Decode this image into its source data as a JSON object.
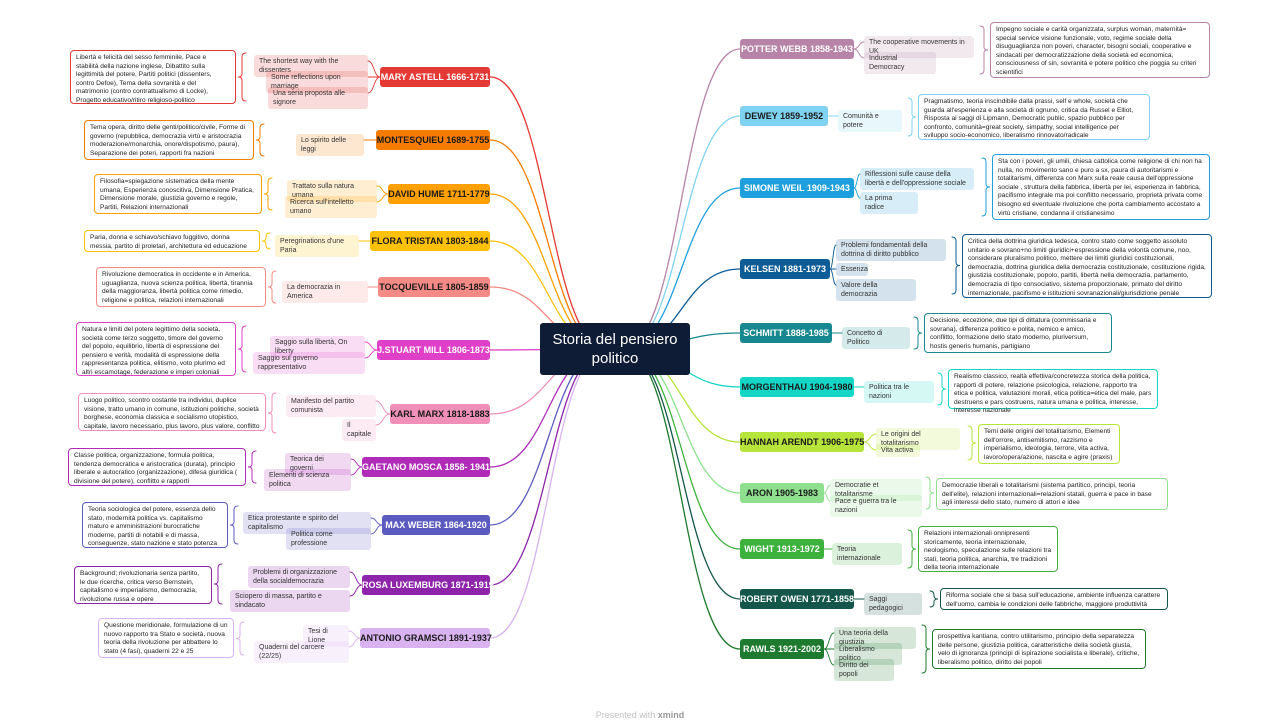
{
  "title": "Storia del pensiero politico",
  "footer": {
    "presented": "Presented with",
    "brand": "xmind"
  },
  "left_branches": [
    {
      "label": "MARY ASTELL 1666-1731",
      "color": "#e53935",
      "text": "#ffffff",
      "subs": [
        "The shortest way with the dissenters",
        "Some reflections upon marriage",
        "Una seria proposta alle signore"
      ],
      "note": "Libertà e felicità del sesso femminile, Pace e stabilità della nazione inglese, Dibattito sulla legittimità del potere, Partiti politici (dissenters, contro Defoe), Tema della sovranità e del matrimonio (contro contrattualismo di Locke), Progetto educativo/ritiro religioso-politico"
    },
    {
      "label": "MONTESQUIEU 1689-1755",
      "color": "#f57c00",
      "text": "#1a1a1a",
      "subs": [
        "Lo spirito delle leggi"
      ],
      "note": "Tema opera, diritto delle genti/politico/civile, Forme di governo (repubblica, democrazia virtù e aristocrazia moderazione/monarchia, onore/dispotismo, paura), Separazione dei poteri, rapporti fra nazioni"
    },
    {
      "label": "DAVID HUME 1711-1779",
      "color": "#ffa000",
      "text": "#1a1a1a",
      "subs": [
        "Trattato sulla natura umana",
        "Ricerca sull'intelletto umano"
      ],
      "note": "Filosofia=spiegazione sistematica della mente umana, Esperienza conoscitiva, Dimensione Pratica, Dimensione morale, giustizia governo e regole, Partiti, Relazioni internazionali"
    },
    {
      "label": "FLORA TRISTAN 1803-1844",
      "color": "#ffc107",
      "text": "#1a1a1a",
      "subs": [
        "Peregrinations d'une Paria"
      ],
      "note": "Paria, donna e schiavo/schiavo fuggitivo, donna messia, partito di proletari, architettura ed educazione"
    },
    {
      "label": "TOCQUEVILLE 1805-1859",
      "color": "#f48a85",
      "text": "#1a1a1a",
      "subs": [
        "La democrazia in America"
      ],
      "note": "Rivoluzione democratica in occidente e in America, uguaglianza, nuova scienza politica, libertà, tirannia della maggioranza, libertà politica come rimedio, religione e politica, relazioni internazionali"
    },
    {
      "label": "J.STUART MILL 1806-1873",
      "color": "#e040c8",
      "text": "#ffffff",
      "subs": [
        "Saggio sulla libertà, On liberty",
        "Saggio sul governo rappresentativo"
      ],
      "note": "Natura e limiti del potere legittimo della società, società come terzo soggetto, timore del governo del popolo, equilibrio, libertà di espressione del pensiero e verità, modalità di espressione della rappresentanza politica, elitismo, voto plurimo ed altri escamotage, federazione e imperi coloniali"
    },
    {
      "label": "KARL MARX 1818-1883",
      "color": "#f08fb8",
      "text": "#1a1a1a",
      "subs": [
        "Manifesto del partito comunista",
        "Il capitale"
      ],
      "note": "Luogo politico, scontro costante tra individui, duplice visione, tratto umano in comune, istituzioni politiche, società borghese, economia classica e socialismo utopistico, capitale, lavoro necessario, plus lavoro, plus valore, conflitto"
    },
    {
      "label": "GAETANO MOSCA 1858- 1941",
      "color": "#b02cb8",
      "text": "#ffffff",
      "subs": [
        "Teorica dei governi",
        "Elementi di scienza politica"
      ],
      "note": "Classe politica, organizzazione, formula politica, tendenza democratica e aristocratica (durata), principio liberale e autocratico (organizzazione), difesa giuridica ( divisione del potere), conflitto e rapporti"
    },
    {
      "label": "MAX WEBER 1864-1920",
      "color": "#5c5bc0",
      "text": "#ffffff",
      "subs": [
        "Etica protestante e spirito del capitalismo",
        "Politica come professione"
      ],
      "note": "Teoria sociologica del potere, essenza dello stato, modernità politica vs. capitalismo maturo e amministrazioni burocratiche moderne, partiti di notabili e di massa, conseguenze, stato nazione e stato potenza"
    },
    {
      "label": "ROSA LUXEMBURG 1871-1919",
      "color": "#8e24aa",
      "text": "#ffffff",
      "subs": [
        "Problemi di organizzazione della socialdemocrazia",
        "Sciopero di massa, partito e sindacato"
      ],
      "note": "Background; rivoluzionaria senza partito, le due ricerche, critica verso Bernstein, capitalismo e imperialismo, democrazia, rivoluzione russa e opere"
    },
    {
      "label": "ANTONIO GRAMSCI 1891-1937",
      "color": "#d9b3f0",
      "text": "#1a1a1a",
      "subs": [
        "Tesi di Lione",
        "Quaderni del carcere (22/25)"
      ],
      "note": "Questione meridionale, formulazione di un nuovo rapporto tra Stato e società, nuova teoria della rivoluzione per abbattere lo stato (4 fasi), quaderni 22 e 25"
    }
  ],
  "right_branches": [
    {
      "label": "POTTER WEBB 1858-1943",
      "color": "#b784a7",
      "text": "#ffffff",
      "subs": [
        "The cooperative movements in UK",
        "Industrial Democracy"
      ],
      "note": "Impegno sociale e carità organizzata, surplus woman, maternità= special service visione funzionale, voto, regime sociale della disuguaglianza non poveri, character, bisogni sociali, cooperative e sindacati per democratizzazione della società ed economica, consciousness of sin, sovranità e potere politico che poggia su criteri scientifici"
    },
    {
      "label": "DEWEY 1859-1952",
      "color": "#7fd3f0",
      "text": "#1a1a1a",
      "subs": [
        "Comunità e potere"
      ],
      "note": "Pragmatismo, teoria inscindibile dalla prassi, self e whole, società che guarda all'esperienza e alla società di ognuno, critica da Russel e Elliot, Risposta ai saggi di Lipmann, Democratic public, spazio pubblico per confronto, comunità=great society, simpathy, social intelligence per sviluppo socio-economico, liberalismo rinnovato/radicale"
    },
    {
      "label": "SIMONE WEIL 1909-1943",
      "color": "#1fa0dc",
      "text": "#ffffff",
      "subs": [
        "Riflessioni sulle cause della libertà e dell'oppressione sociale",
        "La prima radice"
      ],
      "note": "Sta con i poveri, gli umili, chiesa cattolica come religione di chi non ha nulla, no movimento sano e puro a sx, paura di autoritarismi e totalitarismi, differenza con Marx sulla reale causa dell'oppressione sociale , struttura della fabbrica, libertà per lei, esperienza in fabbrica, pacifismo integrale ma poi conflitto necessario, proprietà privata come bisogno ed eventuale rivoluzione che porta cambiamento accostato a virtù cristiane, condanna il cristianesimo"
    },
    {
      "label": "KELSEN 1881-1973",
      "color": "#0d5c96",
      "text": "#ffffff",
      "subs": [
        "Problemi fondamentali della dottrina di diritto pubblico",
        "Essenza",
        "Valore della democrazia"
      ],
      "note": "Critica della dottrina giuridica tedesca, contro stato come soggetto assoluto unitario e sovrano+no limiti giuridici+espressione della volontà comune, noo, considerare pluralismo politico, mettere dei limiti giuridici costituzionali, democrazia, dottrina giuridica della democrazia costituzionale, costituzione rigida, giustizia costituzionale, popolo, partiti, libertà nella democrazia, parlamento, democrazia di tipo consociativo, sistema proporzionale, primato del diritto internazionale, pacifismo e istituzioni sovranazionali/giurisdizione penale"
    },
    {
      "label": "SCHMITT 1888-1985",
      "color": "#17888f",
      "text": "#ffffff",
      "subs": [
        "Concetto di Politico"
      ],
      "note": "Decisione, eccezione, due tipi di dittatura (commissaria e sovrana), differenza politico e polita, nemico e amico, conflitto, formazione dello stato moderno, pluriversum, hostis generis humanis, partigiano"
    },
    {
      "label": "MORGENTHAU 1904-1980",
      "color": "#14d6c6",
      "text": "#1a1a1a",
      "subs": [
        "Politica tra le nazioni"
      ],
      "note": "Realismo classico, realtà effettiva/concretezza storica della politica, rapporti di potere, relazione psicologica, relazione, rapporto tra etica e politica, valutazioni morali, etica politica=etica del male, pars destruens e pars costruens, natura umana e politica, interesse, interesse nazionale"
    },
    {
      "label": "HANNAH ARENDT 1906-1975",
      "color": "#b6e43a",
      "text": "#1a1a1a",
      "subs": [
        "Le origini del totalitarismo",
        "Vita activa"
      ],
      "note": "Temi delle origini del totalitarismo, Elementi dell'orrore, antisemitismo, razzismo e imperialismo, ideologia, terrore, vita activa, lavoro/opera/azione, nascita e agire (praxis)"
    },
    {
      "label": "ARON 1905-1983",
      "color": "#8ee08e",
      "text": "#1a1a1a",
      "subs": [
        "Democratie et totalitarisme",
        "Pace e guerra tra le nazioni"
      ],
      "note": "Democrazie liberali e totalitarismi (sistema partitico, principi, teoria dell'elite), relazioni internazionali=relazioni statali, guerra e pace in base agli interessi dello stato, numero di attori e idee"
    },
    {
      "label": "WIGHT 1913-1972",
      "color": "#3cb23c",
      "text": "#ffffff",
      "subs": [
        "Teoria internazionale"
      ],
      "note": "Relazioni internazionali onnipresenti storicamente, teoria internazionale, neologismo, speculazione sulle relazioni tra stati, teoria politica, anarchia, tre tradizioni della teoria internazionale"
    },
    {
      "label": "ROBERT OWEN 1771-1858",
      "color": "#14574a",
      "text": "#ffffff",
      "subs": [
        "Saggi pedagogici"
      ],
      "note": "Riforma sociale che si basa sull'educazione, ambiente influenza carattere dell'uomo, cambia le condizioni delle fabbriche, maggiore produttività"
    },
    {
      "label": "RAWLS 1921-2002",
      "color": "#1e7a2e",
      "text": "#ffffff",
      "subs": [
        "Una teoria della giustizia",
        "Liberalismo politico",
        "Diritto dei popoli"
      ],
      "note": "prospettiva kantiana, contro utilitarismo, principio della separatezza delle persone, giustizia politica, caratteristiche della società giusta, velo di ignoranza (principi di ispirazione socialista e liberale), critiche, liberalismo politico, diritto dei popoli"
    }
  ]
}
